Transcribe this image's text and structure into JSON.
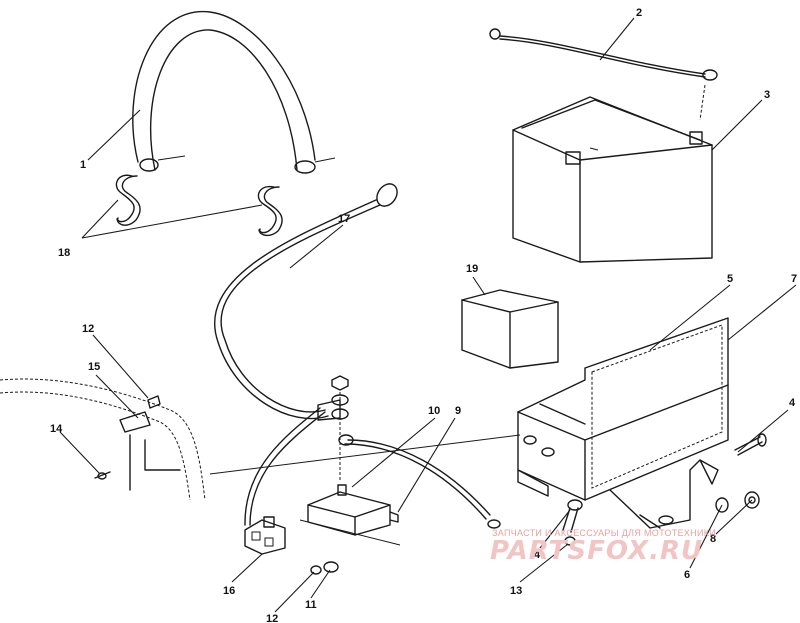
{
  "diagram": {
    "callouts": [
      {
        "id": "c1",
        "text": "1"
      },
      {
        "id": "c2",
        "text": "2"
      },
      {
        "id": "c3",
        "text": "3"
      },
      {
        "id": "c4a",
        "text": "4"
      },
      {
        "id": "c4b",
        "text": "4"
      },
      {
        "id": "c5",
        "text": "5"
      },
      {
        "id": "c6",
        "text": "6"
      },
      {
        "id": "c7",
        "text": "7"
      },
      {
        "id": "c8",
        "text": "8"
      },
      {
        "id": "c9",
        "text": "9"
      },
      {
        "id": "c10",
        "text": "10"
      },
      {
        "id": "c11",
        "text": "11"
      },
      {
        "id": "c12a",
        "text": "12"
      },
      {
        "id": "c12b",
        "text": "12"
      },
      {
        "id": "c13",
        "text": "13"
      },
      {
        "id": "c14",
        "text": "14"
      },
      {
        "id": "c15",
        "text": "15"
      },
      {
        "id": "c16",
        "text": "16"
      },
      {
        "id": "c17",
        "text": "17"
      },
      {
        "id": "c18",
        "text": "18"
      },
      {
        "id": "c19",
        "text": "19"
      }
    ]
  },
  "watermark": {
    "tagline": "ЗАПЧАСТИ И АКСЕССУАРЫ ДЛЯ МОТОТЕХНИКИ",
    "brand": "PARTSFOX.RU"
  }
}
